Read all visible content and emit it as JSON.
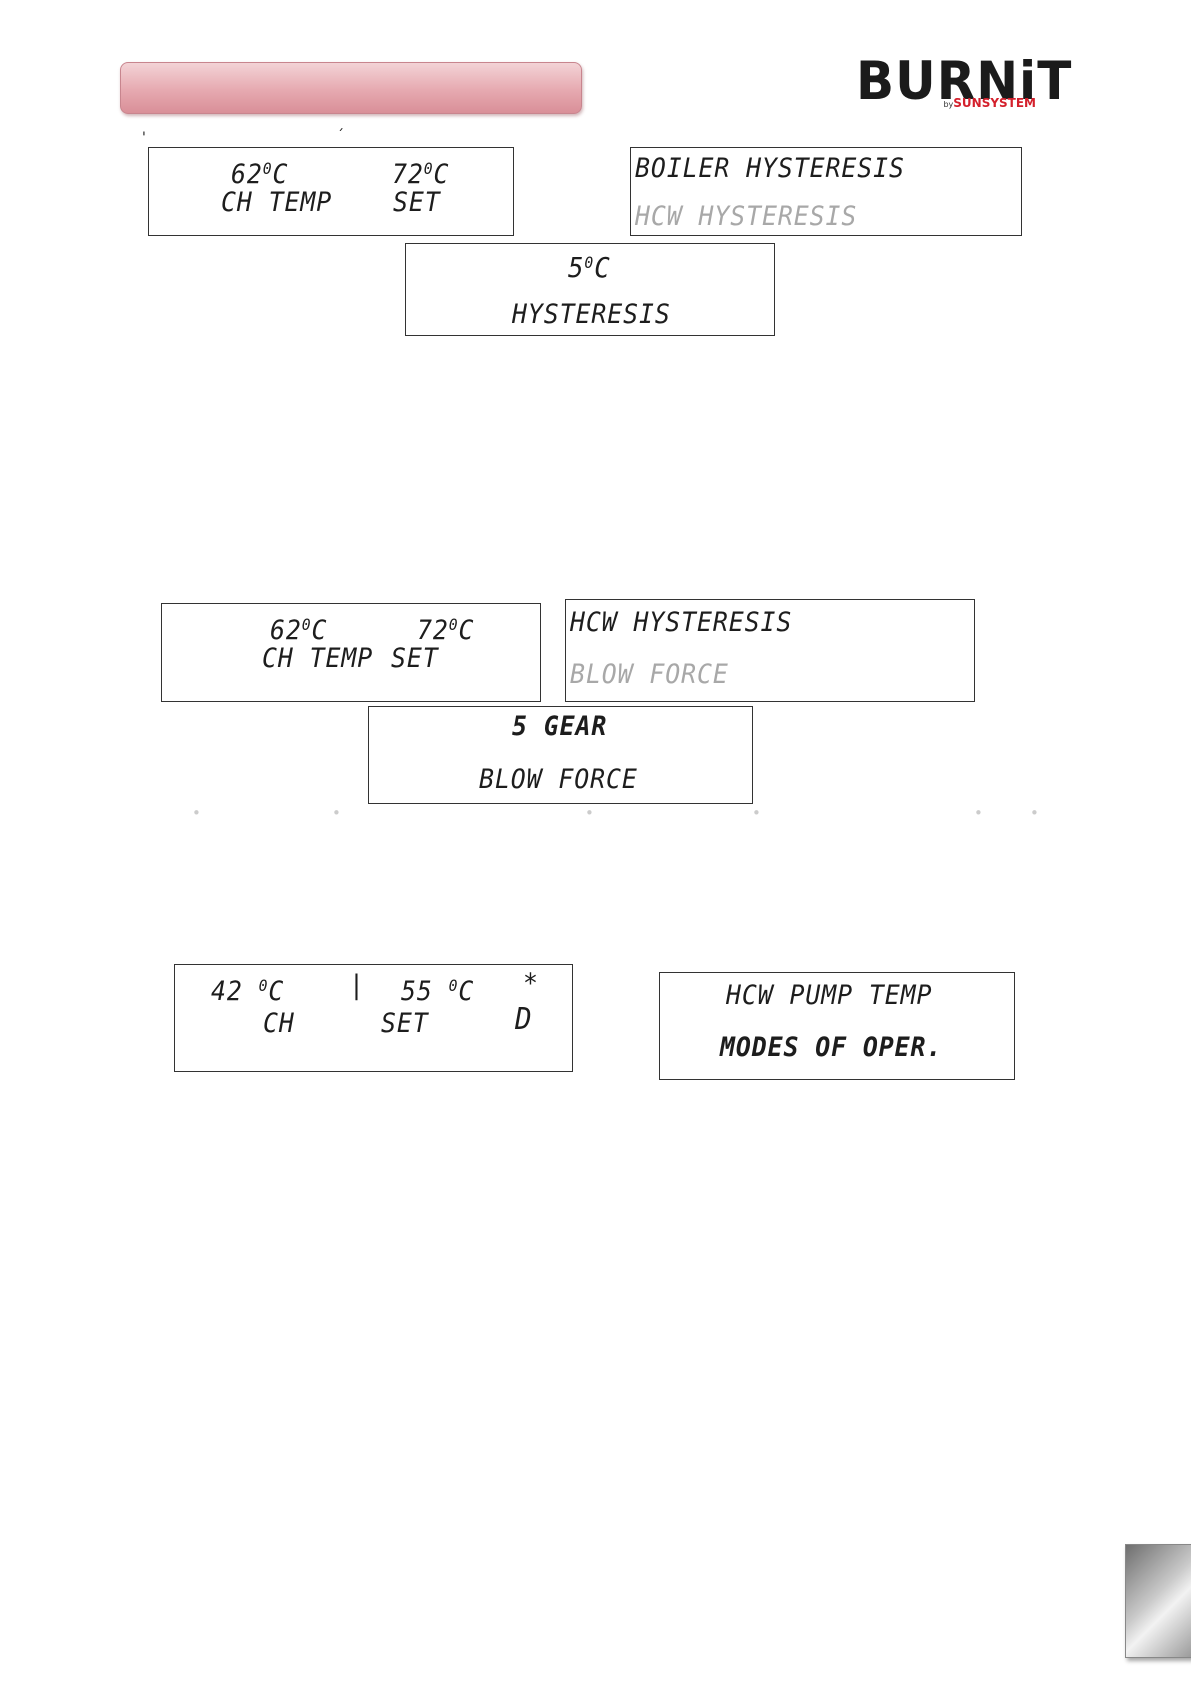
{
  "logo": {
    "word": "BURNiT",
    "by": "by",
    "brand": "SUNSYSTEM"
  },
  "ticks": {
    "left": "'",
    "right": "´"
  },
  "panel1": {
    "a": {
      "row1_val1": "62",
      "row1_val2": "72",
      "deg": "0",
      "unit": "C",
      "label1": "CH TEMP",
      "label2": "SET"
    },
    "b": {
      "line1": "BOILER HYSTERESIS",
      "line2": "HCW HYSTERESIS"
    },
    "c": {
      "value": "5",
      "deg": "0",
      "unit": "C",
      "label": "HYSTERESIS"
    }
  },
  "panel2": {
    "a": {
      "row1_val1": "62",
      "row1_val2": "72",
      "deg": "0",
      "unit": "C",
      "label1": "CH TEMP",
      "label2": "SET"
    },
    "b": {
      "line1": "HCW HYSTERESIS",
      "line2": "BLOW FORCE"
    },
    "c": {
      "value": "5 GEAR",
      "label": "BLOW FORCE"
    }
  },
  "panel3": {
    "a": {
      "val1": "42",
      "val2": "55",
      "deg": "0",
      "unit": "C",
      "sep": "|",
      "star": "*",
      "label1": "CH",
      "label2": "SET",
      "mode": "D"
    },
    "b": {
      "line1": "HCW PUMP TEMP",
      "line2": "MODES OF OPER."
    }
  },
  "colors": {
    "header_bar": "#e6a9b0",
    "logo_red": "#d4202c"
  }
}
